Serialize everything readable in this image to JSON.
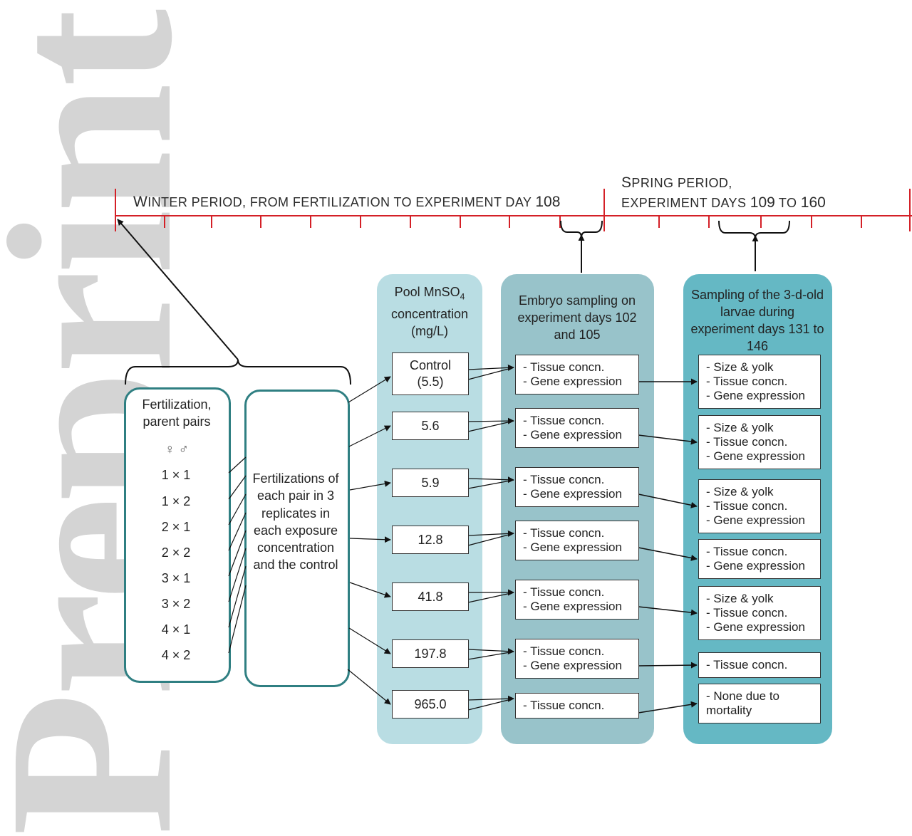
{
  "watermark": "Preprint",
  "timeline": {
    "winter_label": {
      "cap": "W",
      "small": "INTER PERIOD, FROM FERTILIZATION  TO EXPERIMENT  DAY ",
      "num": "108"
    },
    "spring_label": {
      "cap": "S",
      "small": "PRING PERIOD,"
    },
    "spring_days": {
      "pre": "EXPERIMENT  DAYS ",
      "n1": "109",
      "mid": " TO ",
      "n2": "160"
    }
  },
  "fertilization": {
    "title": "Fertilization,\nparent pairs",
    "symbols": "♀  ♂",
    "pairs": [
      "1 × 1",
      "1 × 2",
      "2 × 1",
      "2 × 2",
      "3 × 1",
      "3 × 2",
      "4 × 1",
      "4 × 2"
    ],
    "replicates": "Fertilizations of each pair in 3 replicates in each exposure concentration and the control"
  },
  "pool": {
    "header_main": "Pool MnSO",
    "header_sub": "4",
    "header_rest": "concentration\n(mg/L)",
    "items": [
      "Control\n(5.5)",
      "5.6",
      "5.9",
      "12.8",
      "41.8",
      "197.8",
      "965.0"
    ]
  },
  "embryo": {
    "header": "Embryo sampling on experiment days 102 and 105",
    "items": [
      [
        "- Tissue concn.",
        "- Gene expression"
      ],
      [
        "- Tissue concn.",
        "- Gene expression"
      ],
      [
        "- Tissue concn.",
        "- Gene expression"
      ],
      [
        "- Tissue concn.",
        "- Gene expression"
      ],
      [
        "- Tissue concn.",
        "- Gene expression"
      ],
      [
        "- Tissue concn.",
        "- Gene expression"
      ],
      [
        "- Tissue concn."
      ]
    ]
  },
  "larvae": {
    "header": "Sampling of the 3-d-old larvae during experiment days 131 to 146",
    "items": [
      [
        "- Size & yolk",
        "- Tissue concn.",
        "- Gene expression"
      ],
      [
        "- Size & yolk",
        "- Tissue concn.",
        "- Gene expression"
      ],
      [
        "- Size & yolk",
        "- Tissue concn.",
        "- Gene expression"
      ],
      [
        "- Tissue concn.",
        "- Gene expression"
      ],
      [
        "- Size & yolk",
        "- Tissue concn.",
        "- Gene expression"
      ],
      [
        "- Tissue concn."
      ],
      [
        "- None due to",
        "mortality"
      ]
    ]
  },
  "colors": {
    "timeline": "#d42027",
    "outline": "#2f7f82",
    "pool_bg": "#b9dde3",
    "embryo_bg": "#98c3ca",
    "larvae_bg": "#65b8c4",
    "watermark": "#d4d4d4"
  }
}
